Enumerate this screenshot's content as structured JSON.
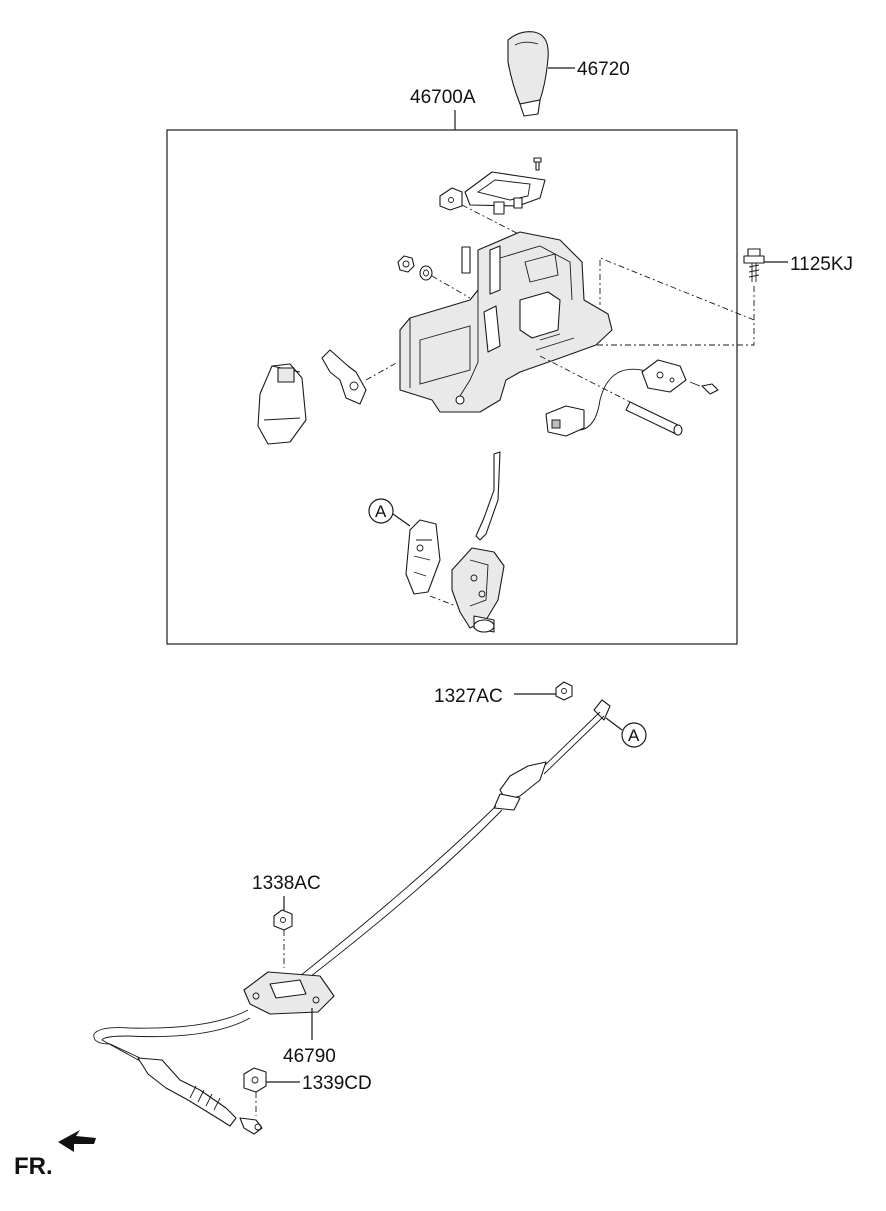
{
  "labels": {
    "knob": "46720",
    "lever_assembly": "46700A",
    "bolt": "1125KJ",
    "nut_upper": "1327AC",
    "nut_bracket": "1338AC",
    "cable": "46790",
    "nut_lower": "1339CD"
  },
  "callouts": {
    "a_upper": "A",
    "a_lower": "A"
  },
  "direction": {
    "text": "FR."
  }
}
